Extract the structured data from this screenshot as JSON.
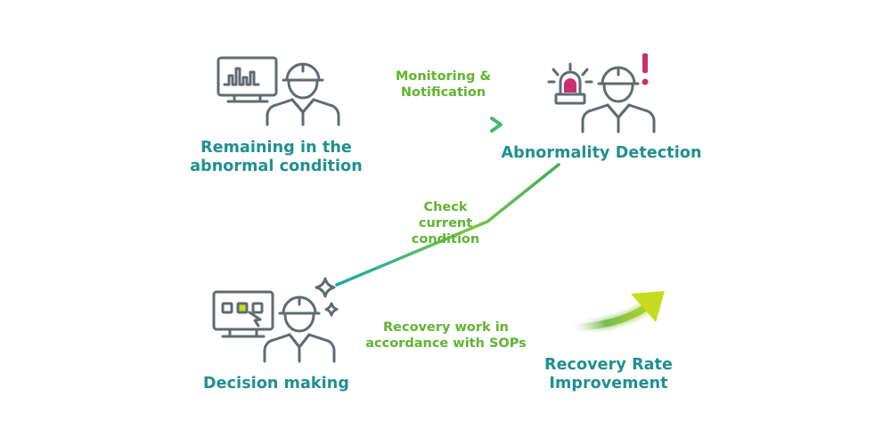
{
  "nodes": {
    "remaining": {
      "title": "Remaining in the\nabnormal condition",
      "icon": "worker-with-monitor-chart-icon"
    },
    "detection": {
      "title": "Abnormality Detection",
      "icon": "worker-with-alarm-light-icon"
    },
    "decision": {
      "title": "Decision making",
      "icon": "worker-with-monitor-selection-icon"
    },
    "improvement": {
      "title": "Recovery Rate\nImprovement",
      "icon": "upward-trend-arrow-icon"
    }
  },
  "edges": {
    "monitoring": {
      "label": "Monitoring &\nNotification"
    },
    "check": {
      "label": "Check\ncurrent\ncondition"
    },
    "recovery": {
      "label": "Recovery work in\naccordance with SOPs"
    }
  },
  "colors": {
    "title_teal": "#1f8f93",
    "label_green": "#5fb532",
    "icon_gray": "#5f6b72",
    "alert_pink": "#c9306b",
    "accent_lime": "#c6dc1f",
    "arrow_teal": "#1aa7a8"
  }
}
